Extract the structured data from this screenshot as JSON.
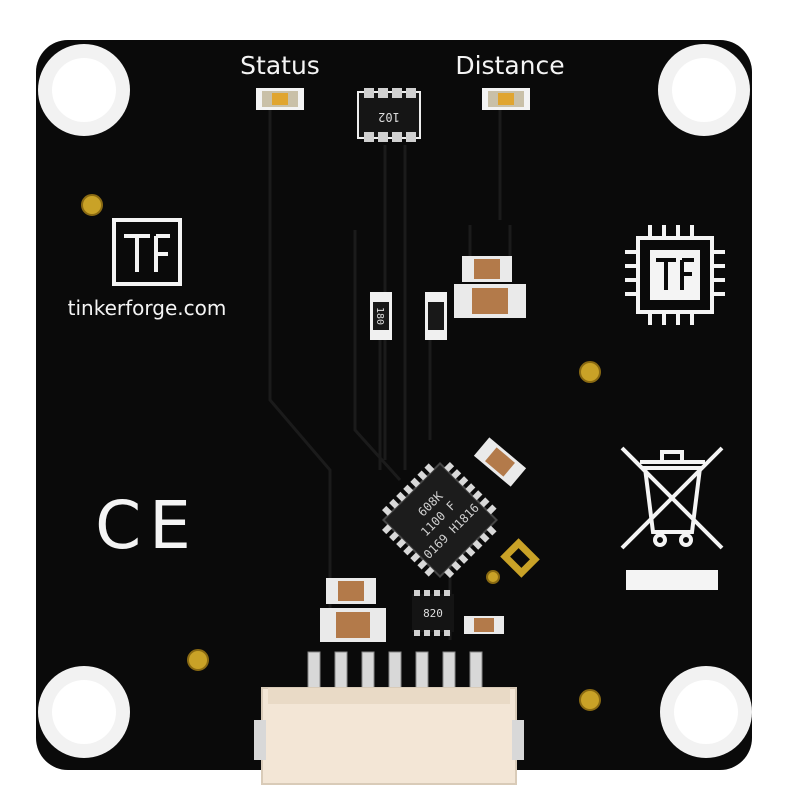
{
  "labels": {
    "status": "Status",
    "distance": "Distance",
    "website": "tinkerforge.com",
    "ce_mark": "CE",
    "led_driver": "102",
    "resistor": "180",
    "small_ic": "820",
    "chip_line1": "608K",
    "chip_line2": "1100 F",
    "chip_line3": "0169 H1816"
  },
  "colors": {
    "board": "#0a0a0a",
    "silkscreen": "#f4f4f4",
    "pad_gold": "#c9a227",
    "connector": "#f3e6d6",
    "chip": "#1c1c1c"
  },
  "icons": {
    "logo": "tinkerforge-logo-icon",
    "chip_logo": "chip-logo-icon",
    "weee": "crossed-bin-icon"
  }
}
